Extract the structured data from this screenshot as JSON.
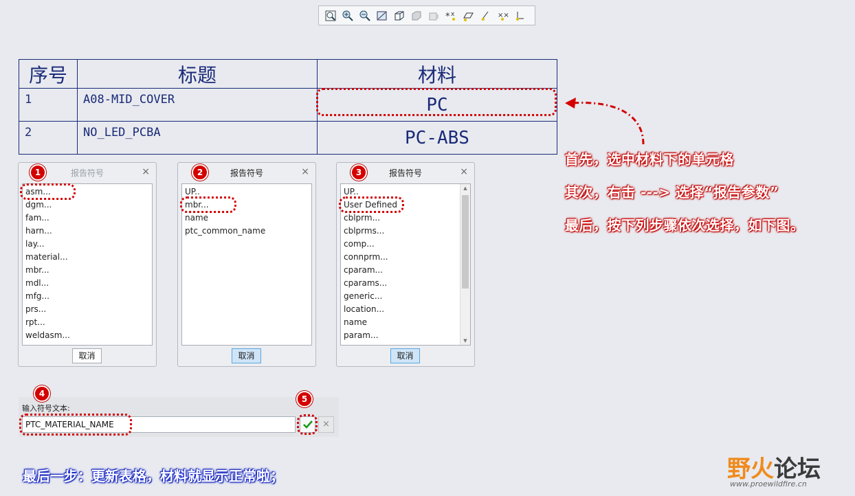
{
  "toolbar": {
    "icons": [
      "zoom-fit-icon",
      "zoom-in-icon",
      "zoom-out-icon",
      "refit-icon",
      "wireframe-icon",
      "shaded-icon",
      "hidden-line-icon",
      "datum-points-icon",
      "datum-planes-icon",
      "datum-axes-icon",
      "point-display-icon",
      "coordinate-system-icon"
    ]
  },
  "drawing_table": {
    "headers": [
      "序号",
      "标题",
      "材料"
    ],
    "rows": [
      {
        "no": "1",
        "title": "A08-MID_COVER",
        "material": "PC"
      },
      {
        "no": "2",
        "title": "NO_LED_PCBA",
        "material": "PC-ABS"
      }
    ]
  },
  "dialogs": [
    {
      "badge": "1",
      "title": "报告符号",
      "close": "×",
      "items": [
        "asm...",
        "dgm...",
        "fam...",
        "harn...",
        "lay...",
        "material...",
        "mbr...",
        "mdl...",
        "mfg...",
        "prs...",
        "rpt...",
        "weldasm..."
      ],
      "cancel": "取消"
    },
    {
      "badge": "2",
      "title": "报告符号",
      "close": "×",
      "items": [
        "UP..",
        "mbr...",
        "name",
        "ptc_common_name"
      ],
      "cancel": "取消"
    },
    {
      "badge": "3",
      "title": "报告符号",
      "close": "×",
      "items": [
        "UP..",
        "User Defined",
        "cblprm...",
        "cblprms...",
        "comp...",
        "connprm...",
        "cparam...",
        "cparams...",
        "generic...",
        "location...",
        "name",
        "param..."
      ],
      "cancel": "取消"
    }
  ],
  "symbol_input": {
    "badge": "4",
    "label": "输入符号文本:",
    "value": "PTC_MATERIAL_NAME",
    "ok_badge": "5",
    "cancel_glyph": "×"
  },
  "annotations": {
    "step1": "首先，选中材料下的单元格",
    "step2": "其次，右击 ---> 选择“报告参数”",
    "step3": "最后，按下列步骤依次选择，如下图。",
    "final": "最后一步：更新表格，材料就显示正常啦；"
  },
  "watermark": {
    "part1": "野火",
    "part2": "论坛",
    "url": "www.proewildfire.cn"
  },
  "colors": {
    "table_ink": "#1a2a78",
    "highlight": "#d40000",
    "final_note": "#1a2bd8",
    "watermark_accent": "#f08a1c"
  }
}
